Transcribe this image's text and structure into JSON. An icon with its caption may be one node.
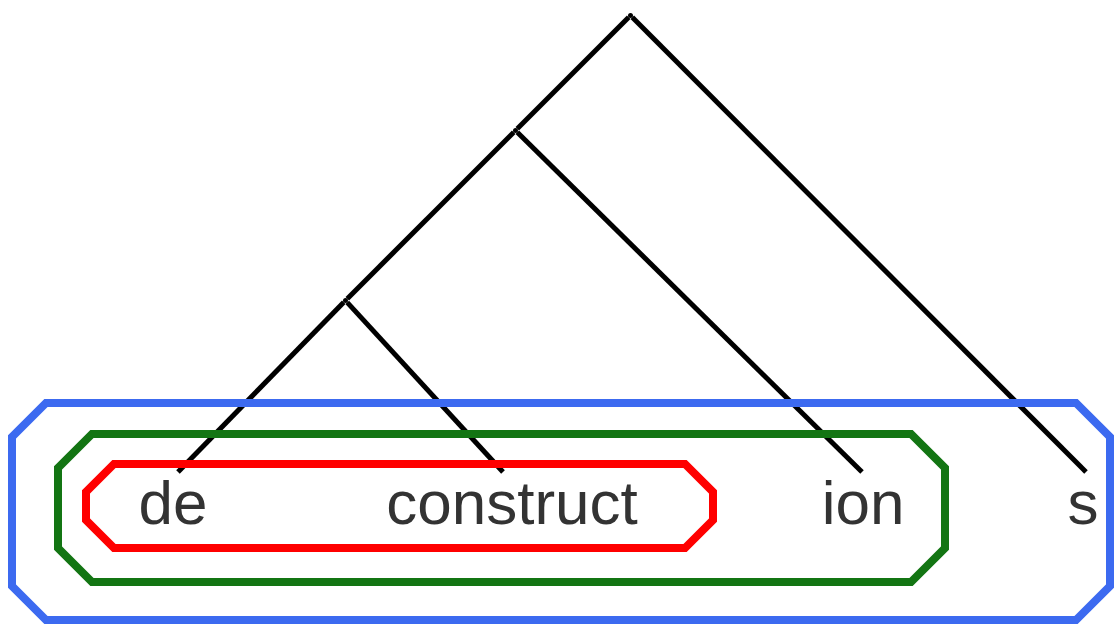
{
  "diagram": {
    "nodes": [
      {
        "text": [],
        "shape": "point"
      },
      {
        "text": [],
        "shape": "point"
      },
      {
        "text": [],
        "shape": "point"
      },
      {
        "text": [],
        "shape": "octagon"
      },
      {
        "text": [],
        "shape": "octagon",
        "in": 3
      },
      {
        "text": [],
        "shape": "octagon",
        "in": 4
      },
      {
        "text": [
          "de"
        ],
        "in": 5
      },
      {
        "text": [
          "construct"
        ],
        "in": 5
      },
      {
        "text": [
          "ion"
        ],
        "in": 4
      },
      {
        "text": [
          "s"
        ],
        "in": 3
      }
    ],
    "edges": [
      {
        "from": 0,
        "to": 1,
        "arrow": "none"
      },
      {
        "from": 1,
        "to": 2,
        "arrow": "none"
      },
      {
        "from": 2,
        "to": 6,
        "arrow": "none"
      },
      {
        "from": 2,
        "to": 7,
        "arrow": "none"
      },
      {
        "from": 1,
        "to": 8,
        "arrow": "none"
      },
      {
        "from": 0,
        "to": 9,
        "arrow": "none"
      }
    ]
  }
}
